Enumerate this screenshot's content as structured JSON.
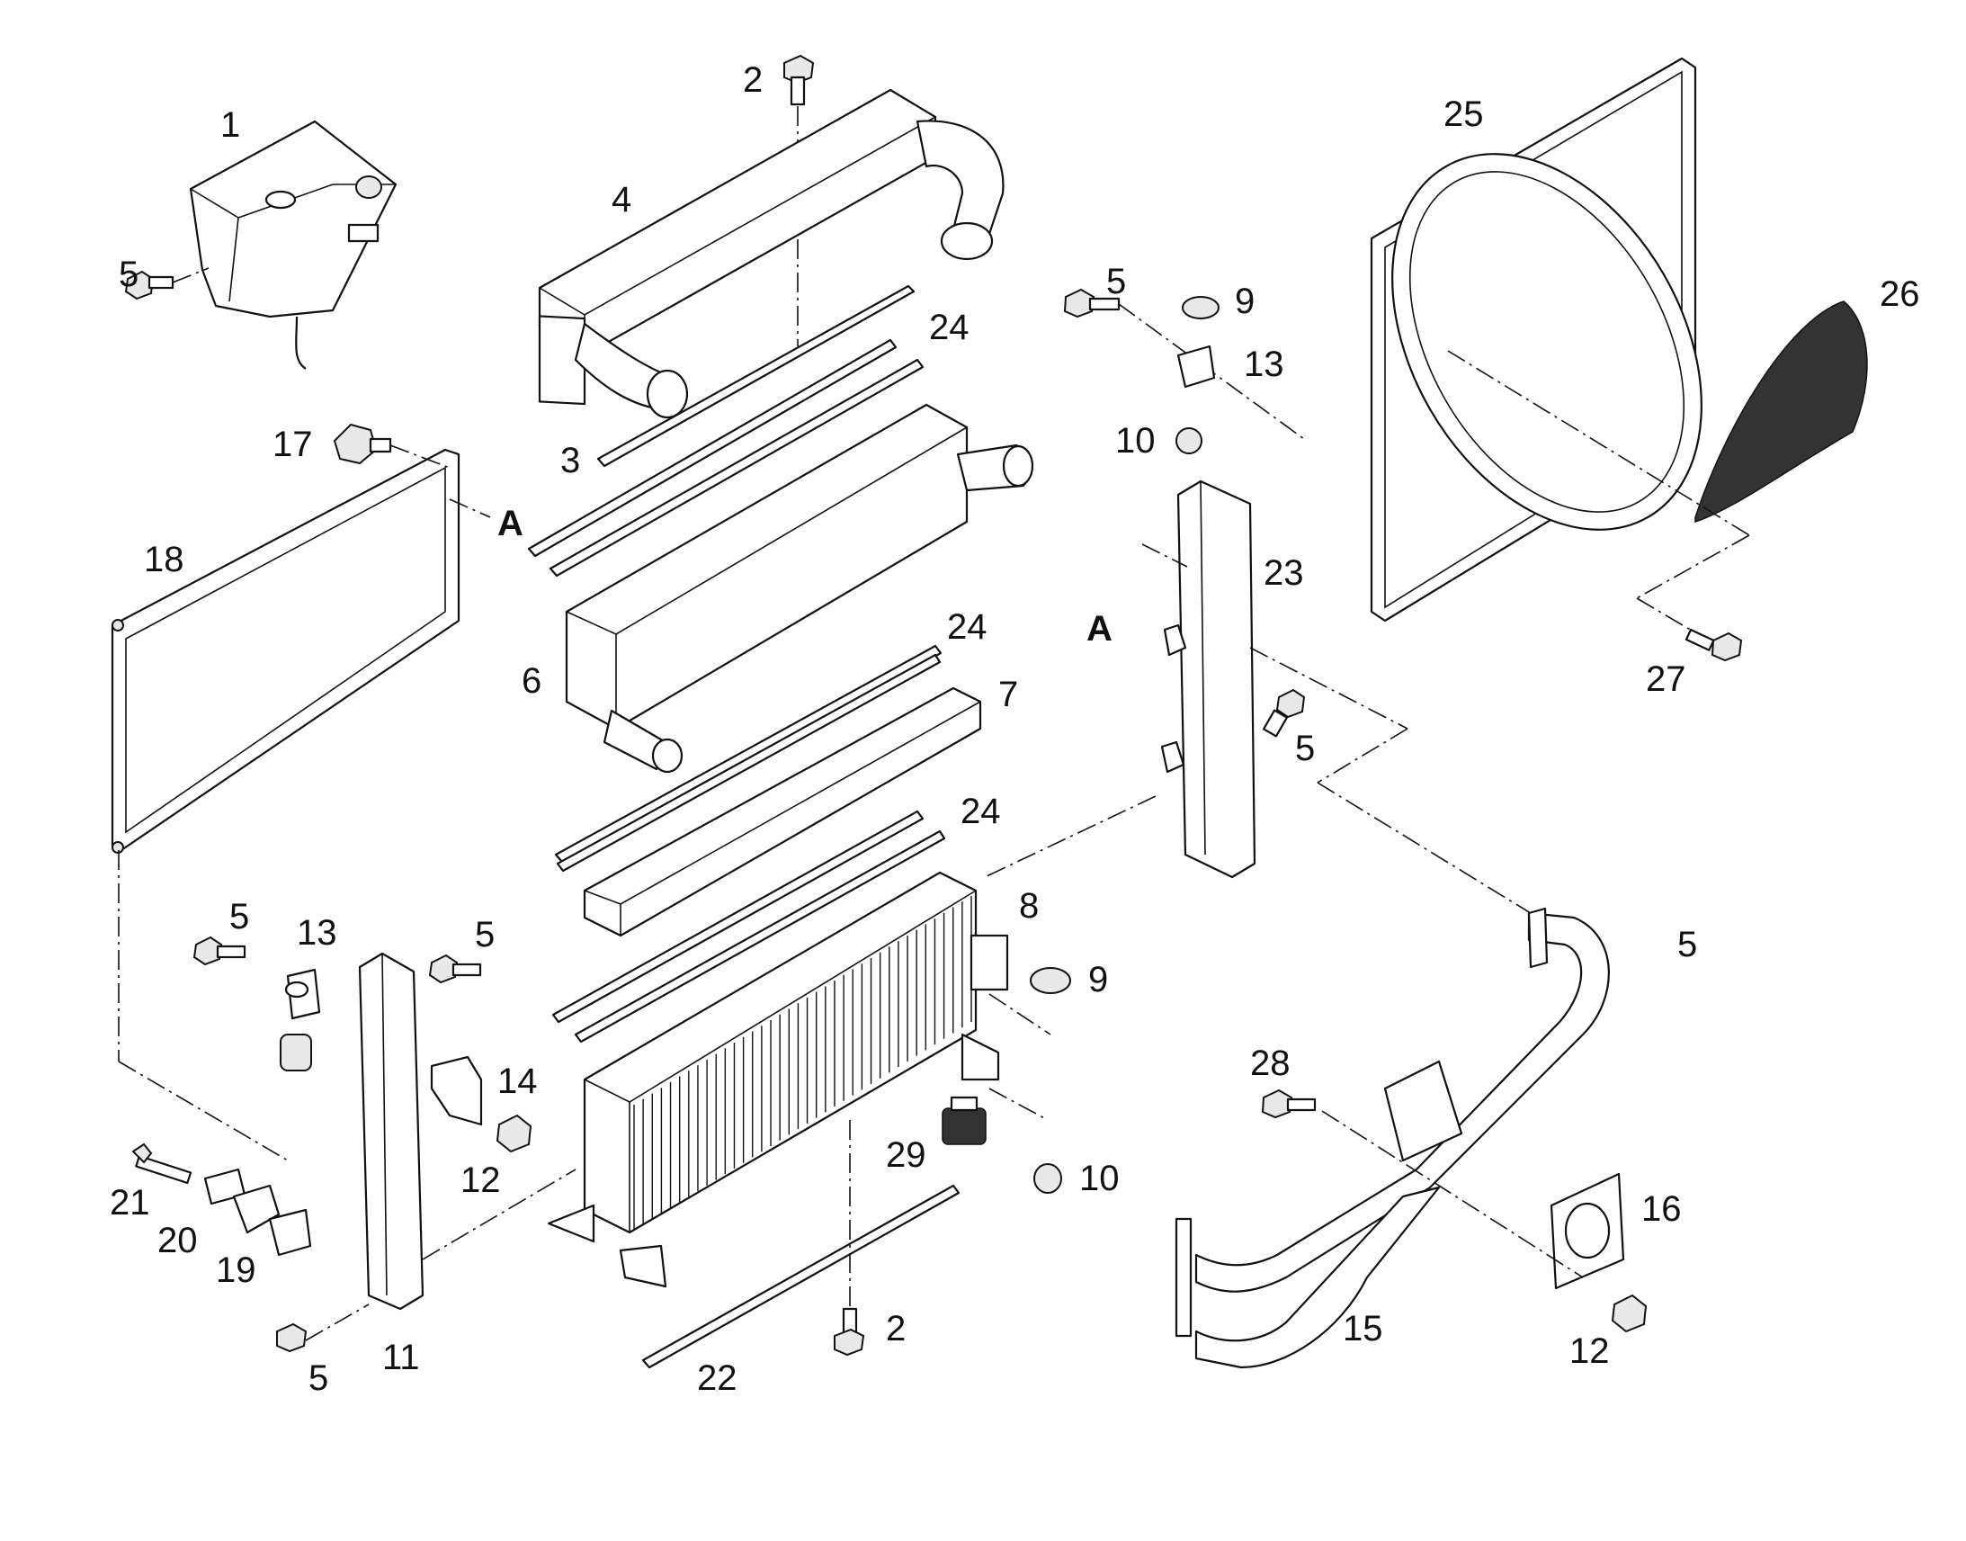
{
  "callouts": [
    {
      "id": "c1",
      "text": "1"
    },
    {
      "id": "c2a",
      "text": "2"
    },
    {
      "id": "c2b",
      "text": "2"
    },
    {
      "id": "c3",
      "text": "3"
    },
    {
      "id": "c4",
      "text": "4"
    },
    {
      "id": "c5a",
      "text": "5"
    },
    {
      "id": "c5b",
      "text": "5"
    },
    {
      "id": "c5c",
      "text": "5"
    },
    {
      "id": "c5d",
      "text": "5"
    },
    {
      "id": "c5e",
      "text": "5"
    },
    {
      "id": "c5f",
      "text": "5"
    },
    {
      "id": "c5g",
      "text": "5"
    },
    {
      "id": "c6",
      "text": "6"
    },
    {
      "id": "c7",
      "text": "7"
    },
    {
      "id": "c8",
      "text": "8"
    },
    {
      "id": "c9a",
      "text": "9"
    },
    {
      "id": "c9b",
      "text": "9"
    },
    {
      "id": "c10a",
      "text": "10"
    },
    {
      "id": "c10b",
      "text": "10"
    },
    {
      "id": "c11",
      "text": "11"
    },
    {
      "id": "c12a",
      "text": "12"
    },
    {
      "id": "c12b",
      "text": "12"
    },
    {
      "id": "c13a",
      "text": "13"
    },
    {
      "id": "c13b",
      "text": "13"
    },
    {
      "id": "c14",
      "text": "14"
    },
    {
      "id": "c15",
      "text": "15"
    },
    {
      "id": "c16",
      "text": "16"
    },
    {
      "id": "c17",
      "text": "17"
    },
    {
      "id": "c18",
      "text": "18"
    },
    {
      "id": "c19",
      "text": "19"
    },
    {
      "id": "c20",
      "text": "20"
    },
    {
      "id": "c21",
      "text": "21"
    },
    {
      "id": "c22",
      "text": "22"
    },
    {
      "id": "c23",
      "text": "23"
    },
    {
      "id": "c24a",
      "text": "24"
    },
    {
      "id": "c24b",
      "text": "24"
    },
    {
      "id": "c24c",
      "text": "24"
    },
    {
      "id": "c25",
      "text": "25"
    },
    {
      "id": "c26",
      "text": "26"
    },
    {
      "id": "c27",
      "text": "27"
    },
    {
      "id": "c28",
      "text": "28"
    },
    {
      "id": "c29",
      "text": "29"
    }
  ],
  "references": {
    "ref_a1": "A",
    "ref_a2": "A"
  }
}
